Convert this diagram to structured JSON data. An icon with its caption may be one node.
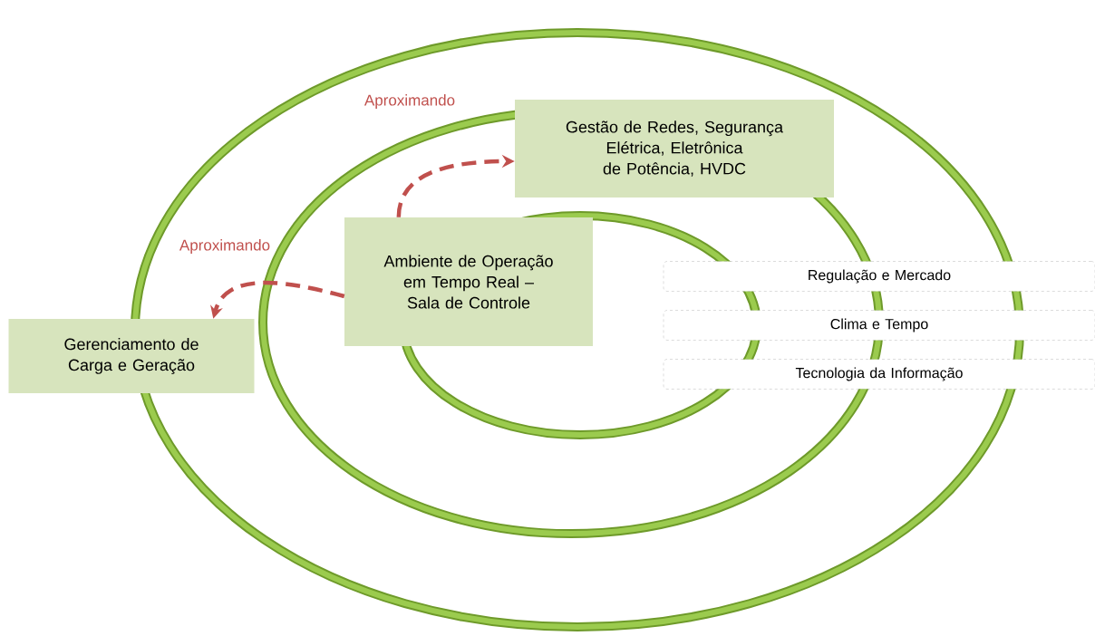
{
  "diagram": {
    "nodes": [
      {
        "text": [
          "Gestão de Redes, Segurança Elétrica, Eletrônica de Potência, HVDC"
        ]
      },
      {
        "text": [
          "Ambiente de Operação em Tempo Real – Sala de Controle"
        ]
      },
      {
        "text": [
          "Gerenciamento de Carga e Geração"
        ]
      },
      {
        "text": [
          "Regulação e Mercado"
        ]
      },
      {
        "text": [
          "Clima e Tempo"
        ]
      },
      {
        "text": [
          "Tecnologia da Informação"
        ]
      }
    ],
    "edges": [
      {
        "from": 1,
        "to": 0,
        "arrow": "to",
        "style": "dashed",
        "label": "Aproximando"
      },
      {
        "from": 1,
        "to": 2,
        "arrow": "to",
        "style": "dashed",
        "label": "Aproximando"
      }
    ]
  }
}
